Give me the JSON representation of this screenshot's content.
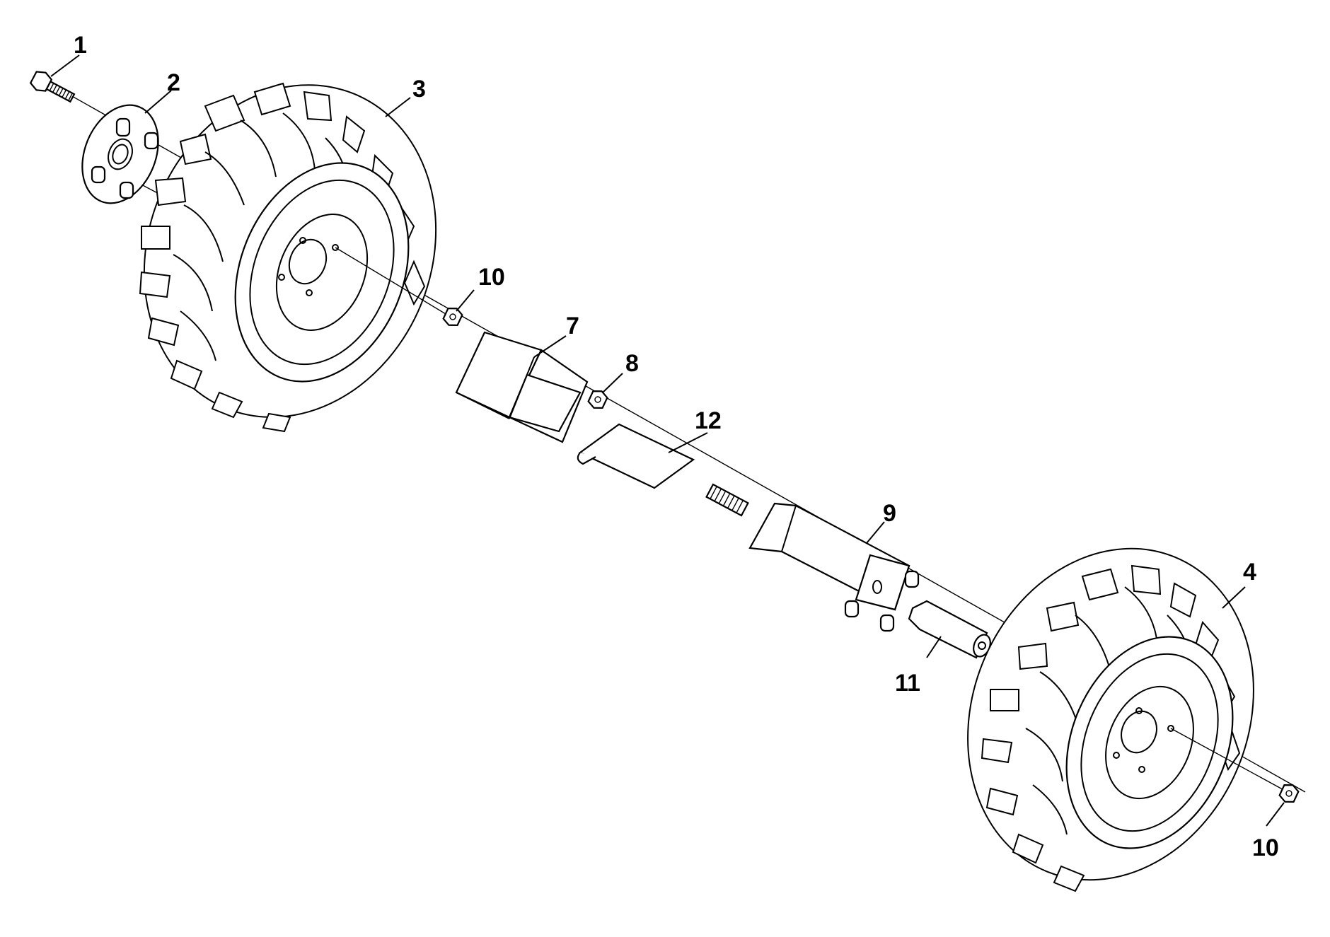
{
  "callouts": [
    {
      "id": "1",
      "label": "1"
    },
    {
      "id": "2",
      "label": "2"
    },
    {
      "id": "3",
      "label": "3"
    },
    {
      "id": "4",
      "label": "4"
    },
    {
      "id": "7",
      "label": "7"
    },
    {
      "id": "8",
      "label": "8"
    },
    {
      "id": "9",
      "label": "9"
    },
    {
      "id": "10a",
      "label": "10"
    },
    {
      "id": "10b",
      "label": "10"
    },
    {
      "id": "11",
      "label": "11"
    },
    {
      "id": "12",
      "label": "12"
    }
  ]
}
